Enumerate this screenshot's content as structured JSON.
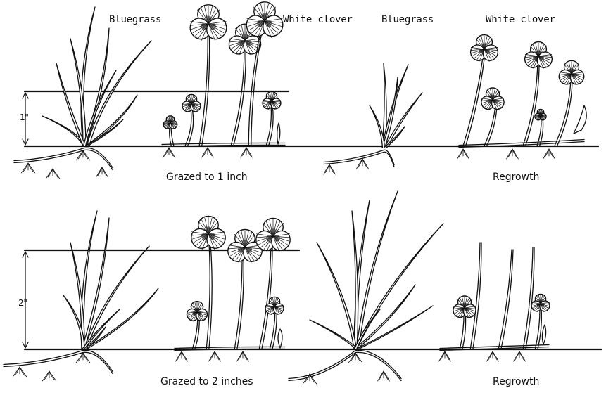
{
  "labels": {
    "top_left_bluegrass": "Bluegrass",
    "top_left_clover": "White clover",
    "top_right_bluegrass": "Bluegrass",
    "top_right_clover": "White clover",
    "caption_top_left": "Grazed to 1 inch",
    "caption_top_right": "Regrowth",
    "caption_bottom_left": "Grazed to 2 inches",
    "caption_bottom_right": "Regrowth",
    "measure_top": "1\"",
    "measure_bottom": "2\""
  },
  "colors": {
    "ink": "#111111",
    "background": "#ffffff"
  }
}
